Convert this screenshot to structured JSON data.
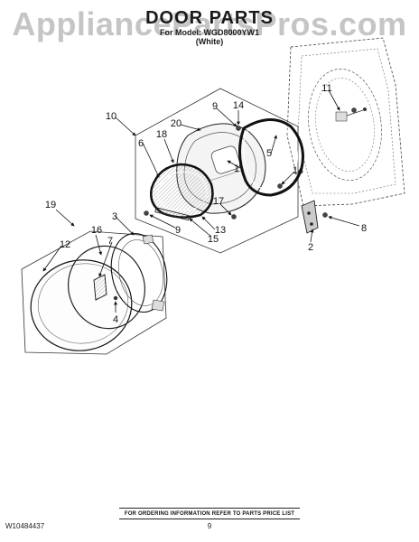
{
  "watermark": "AppliancePartsPros.com",
  "header": {
    "title": "DOOR PARTS",
    "model_line": "For Model: WGD8000YW1",
    "color_line": "(White)"
  },
  "callouts": [
    "1",
    "2",
    "3",
    "4",
    "5",
    "6",
    "7",
    "8",
    "9",
    "9",
    "10",
    "11",
    "12",
    "13",
    "14",
    "14",
    "15",
    "16",
    "17",
    "18",
    "19",
    "20"
  ],
  "footer": {
    "ordering_note": "FOR ORDERING INFORMATION REFER TO PARTS PRICE LIST",
    "document_number": "W10484437",
    "page_number": "9"
  }
}
